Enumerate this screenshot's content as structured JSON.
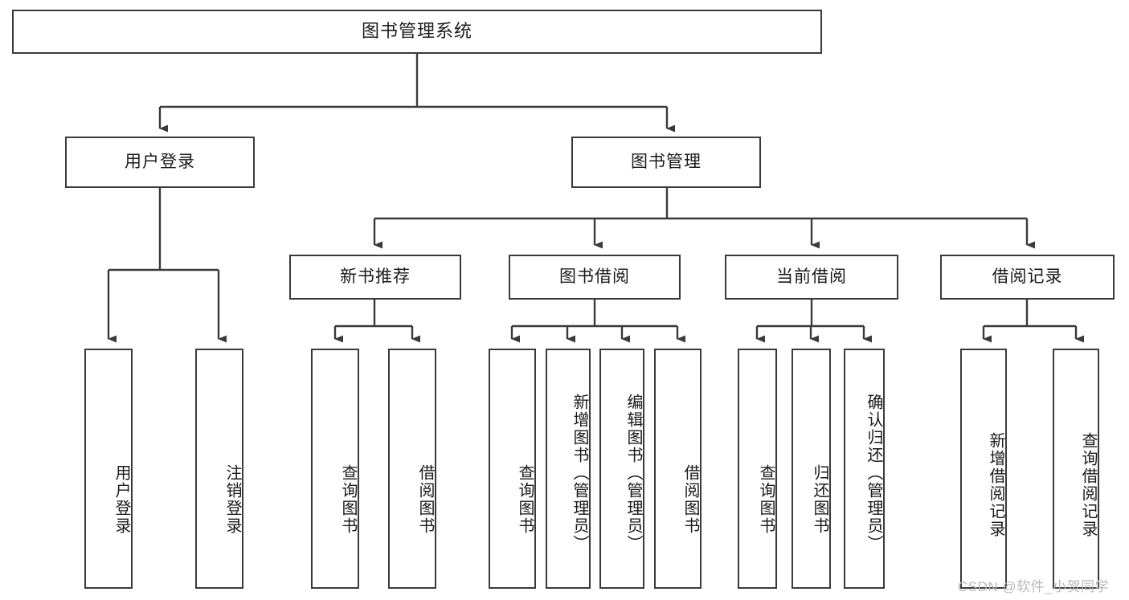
{
  "diagram": {
    "type": "tree-hierarchy",
    "title": "图书管理系统",
    "root": {
      "label": "图书管理系统",
      "orientation": "horizontal"
    },
    "level1": [
      {
        "id": "user-login",
        "label": "用户登录",
        "orientation": "horizontal"
      },
      {
        "id": "book-management",
        "label": "图书管理",
        "orientation": "horizontal"
      }
    ],
    "level2": [
      {
        "id": "new-book-recommend",
        "label": "新书推荐",
        "orientation": "horizontal",
        "parent": "book-management"
      },
      {
        "id": "book-borrow",
        "label": "图书借阅",
        "orientation": "horizontal",
        "parent": "book-management"
      },
      {
        "id": "current-borrow",
        "label": "当前借阅",
        "orientation": "horizontal",
        "parent": "book-management"
      },
      {
        "id": "borrow-record",
        "label": "借阅记录",
        "orientation": "horizontal",
        "parent": "book-management"
      }
    ],
    "leaves": [
      {
        "id": "leaf-user-login",
        "label": "用户登录",
        "orientation": "vertical",
        "parent": "user-login"
      },
      {
        "id": "leaf-logout-login",
        "label": "注销登录",
        "orientation": "vertical",
        "parent": "user-login"
      },
      {
        "id": "leaf-query-book-1",
        "label": "查询图书",
        "orientation": "vertical",
        "parent": "new-book-recommend"
      },
      {
        "id": "leaf-borrow-book-1",
        "label": "借阅图书",
        "orientation": "vertical",
        "parent": "new-book-recommend"
      },
      {
        "id": "leaf-query-book-2",
        "label": "查询图书",
        "orientation": "vertical",
        "parent": "book-borrow"
      },
      {
        "id": "leaf-add-book",
        "label": "新增图书（管理员）",
        "orientation": "vertical",
        "parent": "book-borrow"
      },
      {
        "id": "leaf-edit-book",
        "label": "编辑图书（管理员）",
        "orientation": "vertical",
        "parent": "book-borrow"
      },
      {
        "id": "leaf-borrow-book-2",
        "label": "借阅图书",
        "orientation": "vertical",
        "parent": "book-borrow"
      },
      {
        "id": "leaf-query-book-3",
        "label": "查询图书",
        "orientation": "vertical",
        "parent": "current-borrow"
      },
      {
        "id": "leaf-return-book",
        "label": "归还图书",
        "orientation": "vertical",
        "parent": "current-borrow"
      },
      {
        "id": "leaf-confirm-return",
        "label": "确认归还（管理员）",
        "orientation": "vertical",
        "parent": "current-borrow"
      },
      {
        "id": "leaf-add-record",
        "label": "新增借阅记录",
        "orientation": "vertical",
        "parent": "borrow-record"
      },
      {
        "id": "leaf-query-record",
        "label": "查询借阅记录",
        "orientation": "vertical",
        "parent": "borrow-record"
      }
    ]
  },
  "watermark": {
    "text": "CSDN @软件_小贺同学"
  },
  "colors": {
    "stroke": "#3a3a3a",
    "fill": "#ffffff",
    "text": "#1a1a1a",
    "watermark": "#b9b9b9"
  }
}
